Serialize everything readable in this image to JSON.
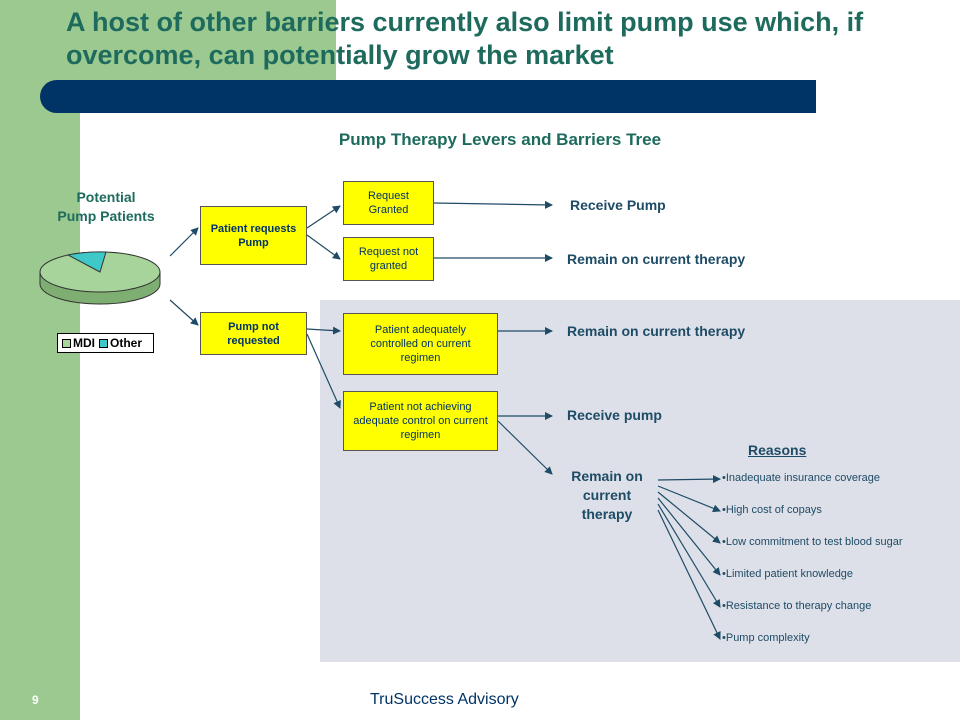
{
  "title": "A host of other barriers currently also limit pump use which, if overcome, can potentially grow the market",
  "subtitle": "Pump Therapy Levers and Barriers Tree",
  "pie": {
    "label": "Potential Pump Patients",
    "legend": [
      "MDI",
      "Other"
    ],
    "colors": {
      "MDI": "#a6d49a",
      "Other": "#3fc8c8"
    }
  },
  "nodes": {
    "patient_requests": "Patient requests Pump",
    "pump_not_requested": "Pump not requested",
    "request_granted": "Request Granted",
    "request_not_granted": "Request not granted",
    "adequately_controlled": "Patient adequately controlled on current regimen",
    "not_achieving": "Patient not achieving adequate control on current regimen"
  },
  "outcomes": {
    "receive_pump_1": "Receive Pump",
    "remain_1": "Remain on current therapy",
    "remain_2": "Remain on current therapy",
    "receive_pump_2": "Receive pump",
    "remain_3": "Remain on current therapy"
  },
  "reasons": {
    "title": "Reasons",
    "items": [
      "•Inadequate insurance coverage",
      "•High cost of copays",
      "•Low commitment to test blood sugar",
      "•Limited patient knowledge",
      "•Resistance to therapy change",
      "•Pump complexity"
    ]
  },
  "footer": {
    "page_number": "9",
    "company": "TruSuccess Advisory"
  }
}
